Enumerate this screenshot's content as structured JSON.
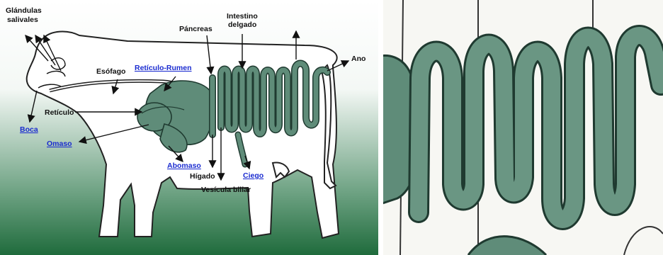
{
  "labels": {
    "glandulas": [
      "Glándulas",
      "salivales"
    ],
    "pancreas": "Páncreas",
    "intestino": [
      "Intestino",
      "delgado"
    ],
    "ano": "Ano",
    "esofago": "Esófago",
    "reticulo_rumen": "Retículo-Rumen",
    "reticulo": "Retículo",
    "boca": "Boca",
    "omaso": "Omaso",
    "abomaso": "Abomaso",
    "higado": "Hígado",
    "ciego": "Ciego",
    "vesicula": "Vesícula biliar"
  },
  "colors": {
    "gradient_top": "#ffffff",
    "gradient_bottom": "#1f6b3c",
    "organ_fill": "#5f8c79",
    "link_blue": "#1a2bd0"
  }
}
